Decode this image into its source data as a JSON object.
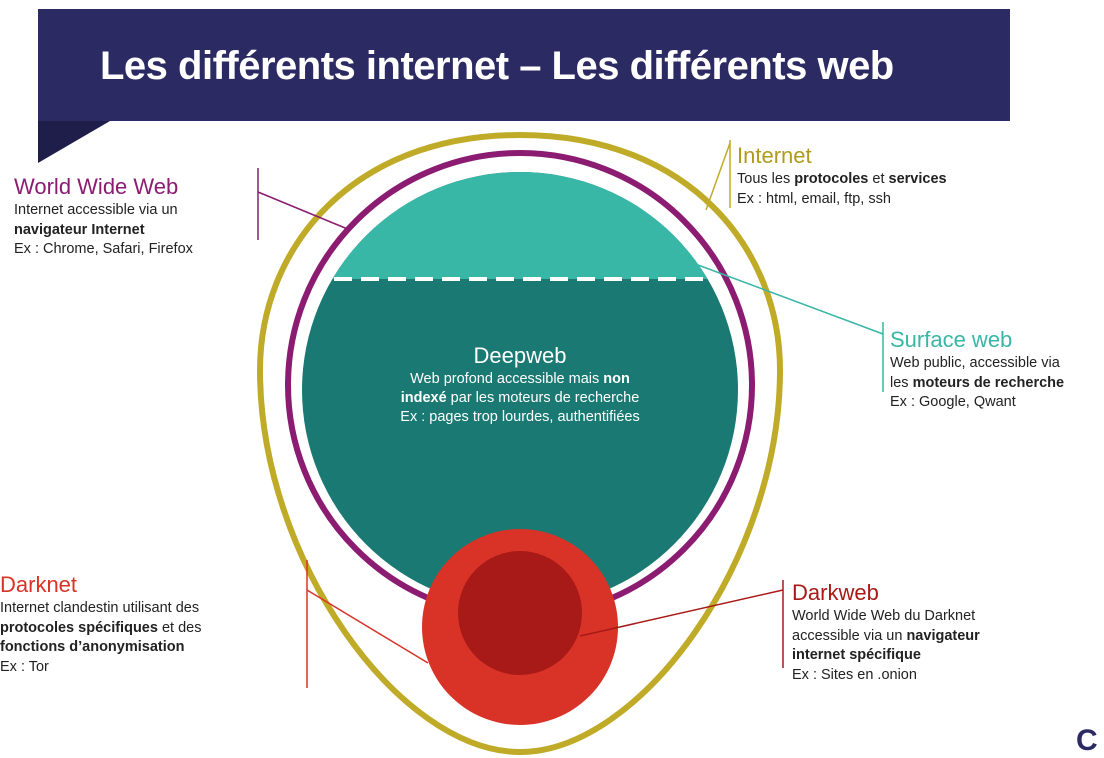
{
  "title": "Les différents internet – Les différents web",
  "colors": {
    "banner": "#2c2a63",
    "internet_ring": "#c0ab28",
    "www_ring": "#8b1c72",
    "surface_web": "#38b6a6",
    "deepweb": "#1a7a73",
    "darknet": "#d93227",
    "darkweb": "#a81a17"
  },
  "labels": {
    "internet": {
      "heading": "Internet",
      "line1_pre": "Tous les ",
      "line1_bold1": "protocoles",
      "line1_mid": " et ",
      "line1_bold2": "services",
      "line2": "Ex : html, email, ftp, ssh"
    },
    "www": {
      "heading": "World Wide Web",
      "line1": "Internet accessible via un",
      "line2_bold": "navigateur Internet",
      "line3": "Ex : Chrome, Safari, Firefox"
    },
    "surface": {
      "heading": "Surface web",
      "line1": "Web public, accessible via",
      "line2_pre": "les ",
      "line2_bold": "moteurs de recherche",
      "line3": "Ex : Google, Qwant"
    },
    "deepweb": {
      "heading": "Deepweb",
      "line1_pre": "Web profond accessible mais ",
      "line1_bold": "non",
      "line2_bold": "indexé",
      "line2_post": " par les moteurs de recherche",
      "line3": "Ex : pages trop lourdes, authentifiées"
    },
    "darknet": {
      "heading": "Darknet",
      "line1": "Internet clandestin utilisant des",
      "line2_bold": "protocoles spécifiques",
      "line2_post": " et des",
      "line3_bold": "fonctions d’anonymisation",
      "line4": "Ex : Tor"
    },
    "darkweb": {
      "heading": "Darkweb",
      "line1": "World Wide Web du Darknet",
      "line2_pre": "accessible via un ",
      "line2_bold": "navigateur",
      "line3_bold": "internet spécifique",
      "line4": "Ex : Sites en .onion"
    }
  },
  "logo_glyph": "C"
}
